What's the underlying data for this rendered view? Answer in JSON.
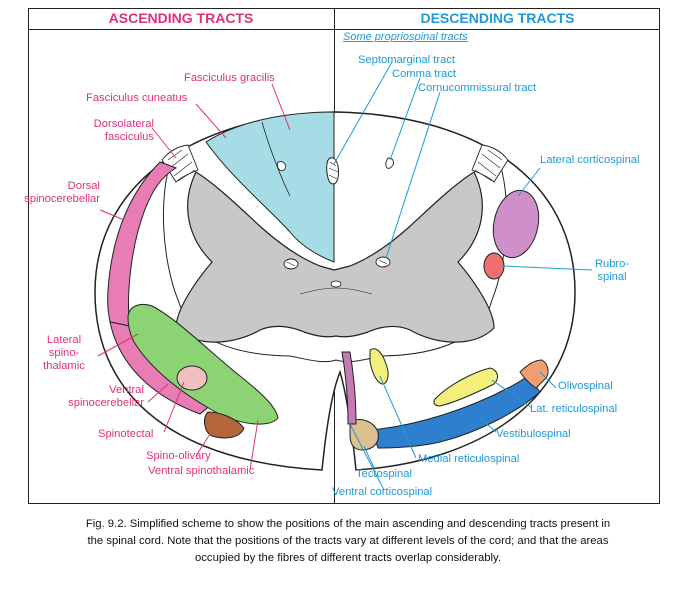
{
  "headers": {
    "ascending": "ASCENDING TRACTS",
    "descending": "DESCENDING TRACTS",
    "propriospinal": "Some propriospinal tracts"
  },
  "labels": {
    "fasciculus_gracilis": "Fasciculus gracilis",
    "fasciculus_cuneatus": "Fasciculus cuneatus",
    "dorsolateral_fasciculus": [
      "Dorsolateral",
      "fasciculus"
    ],
    "dorsal_spinocerebellar": [
      "Dorsal",
      "spinocerebellar"
    ],
    "lateral_spinothalamic": [
      "Lateral",
      "spino-",
      "thalamic"
    ],
    "ventral_spinocerebellar": [
      "Ventral",
      "spinocerebellar"
    ],
    "spinotectal": "Spinotectal",
    "spino_olivary": "Spino-olivary",
    "ventral_spinothalamic": "Ventral spinothalamic",
    "septomarginal": "Septomarginal tract",
    "comma": "Comma tract",
    "cornucommissural": "Cornucommissural tract",
    "lateral_corticospinal": "Lateral corticospinal",
    "rubrospinal": [
      "Rubro-",
      "spinal"
    ],
    "olivospinal": "Olivospinal",
    "lat_reticulospinal": "Lat. reticulospinal",
    "vestibulospinal": "Vestibulospinal",
    "medial_reticulospinal": "Medial reticulospinal",
    "tectospinal": "Tectospinal",
    "ventral_corticospinal": "Ventral corticospinal"
  },
  "caption": {
    "line1": "Fig. 9.2.  Simplified scheme to show the positions of the main ascending and descending tracts present in",
    "line2": "the spinal cord. Note that the positions of the tracts vary at different levels of the cord; and that the areas",
    "line3": "occupied by the fibres of different tracts overlap considerably."
  },
  "colors": {
    "ascending_text": "#e0307a",
    "descending_text": "#1e9ad6",
    "posterior_column": "#a6dce6",
    "grey_matter": "#c8c8c8",
    "dorsal_spinocerebellar": "#e87cb4",
    "ventral_spinocerebellar": "#e87cb4",
    "lateral_spinothalamic": "#8cd473",
    "spinotectal": "#f3c0c0",
    "spino_olivary": "#b5653a",
    "lateral_corticospinal": "#cf8fc8",
    "rubrospinal": "#ef6e6e",
    "olivospinal": "#f0a070",
    "reticulospinal": "#f2ef7a",
    "vestibulospinal": "#2f7fcf",
    "tectospinal": "#dcc090",
    "ventral_corticospinal": "#c47ab4"
  }
}
